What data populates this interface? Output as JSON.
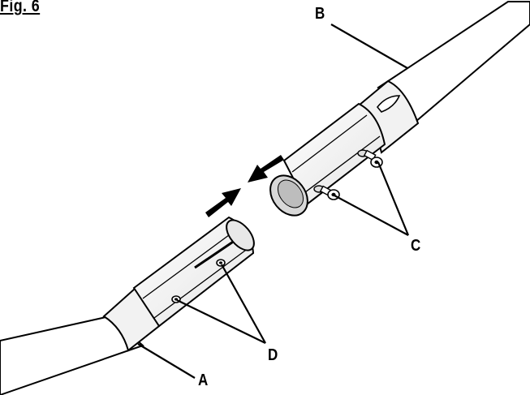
{
  "figure": {
    "title": "Fig. 6",
    "callouts": {
      "a": "A",
      "b": "B",
      "c": "C",
      "d": "D"
    }
  }
}
